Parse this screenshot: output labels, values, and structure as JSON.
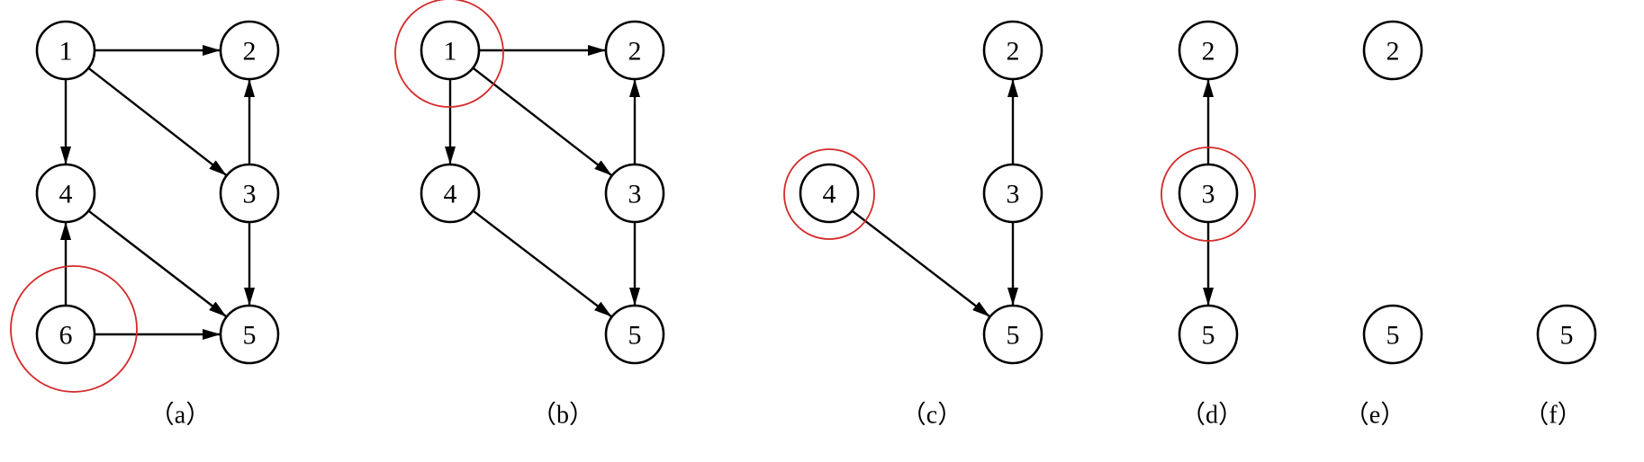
{
  "diagram": {
    "colors": {
      "stroke": "#000000",
      "highlight": "#d42a2a",
      "background": "#ffffff"
    },
    "panels": [
      {
        "id": "a",
        "caption": "（a）",
        "nodes": [
          "1",
          "2",
          "3",
          "4",
          "5",
          "6"
        ],
        "edges": [
          [
            "1",
            "2"
          ],
          [
            "1",
            "4"
          ],
          [
            "1",
            "3"
          ],
          [
            "3",
            "2"
          ],
          [
            "3",
            "5"
          ],
          [
            "4",
            "5"
          ],
          [
            "6",
            "4"
          ],
          [
            "6",
            "5"
          ]
        ],
        "highlighted": "6"
      },
      {
        "id": "b",
        "caption": "（b）",
        "nodes": [
          "1",
          "2",
          "3",
          "4",
          "5"
        ],
        "edges": [
          [
            "1",
            "2"
          ],
          [
            "1",
            "4"
          ],
          [
            "1",
            "3"
          ],
          [
            "3",
            "2"
          ],
          [
            "3",
            "5"
          ],
          [
            "4",
            "5"
          ]
        ],
        "highlighted": "1"
      },
      {
        "id": "c",
        "caption": "（c）",
        "nodes": [
          "2",
          "4",
          "3",
          "5"
        ],
        "edges": [
          [
            "3",
            "2"
          ],
          [
            "3",
            "5"
          ],
          [
            "4",
            "5"
          ]
        ],
        "highlighted": "4"
      },
      {
        "id": "d",
        "caption": "（d）",
        "nodes": [
          "2",
          "3",
          "5"
        ],
        "edges": [
          [
            "3",
            "2"
          ],
          [
            "3",
            "5"
          ]
        ],
        "highlighted": "3"
      },
      {
        "id": "e",
        "caption": "（e）",
        "nodes": [
          "2",
          "5"
        ],
        "edges": [],
        "highlighted": null
      },
      {
        "id": "f",
        "caption": "（f）",
        "nodes": [
          "5"
        ],
        "edges": [],
        "highlighted": null
      }
    ]
  }
}
